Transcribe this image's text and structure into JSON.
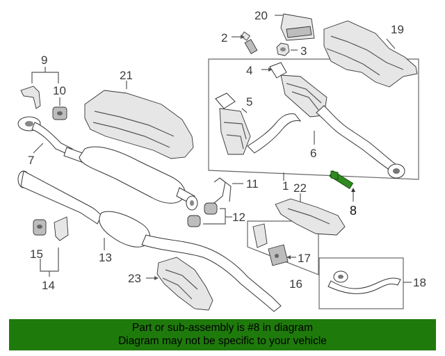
{
  "diagram": {
    "callouts": [
      "1",
      "2",
      "3",
      "4",
      "5",
      "6",
      "7",
      "8",
      "9",
      "10",
      "11",
      "12",
      "13",
      "14",
      "15",
      "16",
      "17",
      "18",
      "19",
      "20",
      "21",
      "22",
      "23"
    ],
    "highlight_part": "8",
    "highlight_color": "#2e8b1e"
  },
  "banner": {
    "line1": "Part or sub-assembly is #8 in diagram",
    "line2": "Diagram may not be specific to your vehicle",
    "background": "#1f7a0c"
  }
}
